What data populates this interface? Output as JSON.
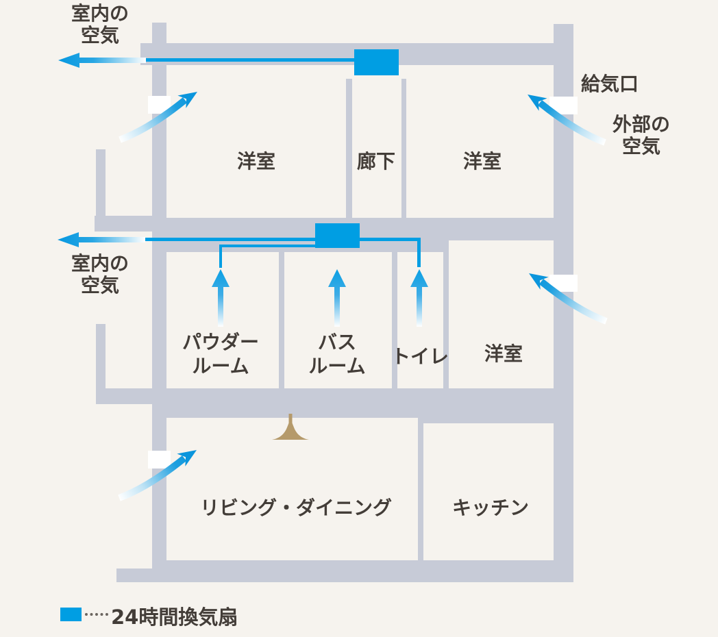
{
  "diagram": {
    "type": "floor-plan-24h-ventilation",
    "labels": {
      "indoor_air_top": "室内の\n空気",
      "indoor_air_mid": "室内の\n空気",
      "supply_port": "給気口",
      "outside_air": "外部の\n空気"
    },
    "rooms": [
      {
        "label": "洋室"
      },
      {
        "label": "廊下"
      },
      {
        "label": "洋室"
      },
      {
        "label": "パウダー\nルーム"
      },
      {
        "label": "バス\nルーム"
      },
      {
        "label": "トイレ"
      },
      {
        "label": "洋室"
      },
      {
        "label": "リビング・ダイニング"
      },
      {
        "label": "キッチン"
      }
    ],
    "legend": {
      "label": "24時間換気扇",
      "swatch_color": "#009ee3"
    },
    "airflow": {
      "exhaust_arrows": 2,
      "intake_arrows": 4,
      "room_vent_arrows": 3,
      "fan_units": 2
    },
    "colors": {
      "wall": "#c7cbd7",
      "background": "#f6f3ee",
      "fan": "#009ee3",
      "duct": "#009ee3",
      "arrow_blue": "#0b9ade",
      "text": "#433d38",
      "lamp": "#b59a6b",
      "vent_gap": "#ffffff"
    }
  }
}
